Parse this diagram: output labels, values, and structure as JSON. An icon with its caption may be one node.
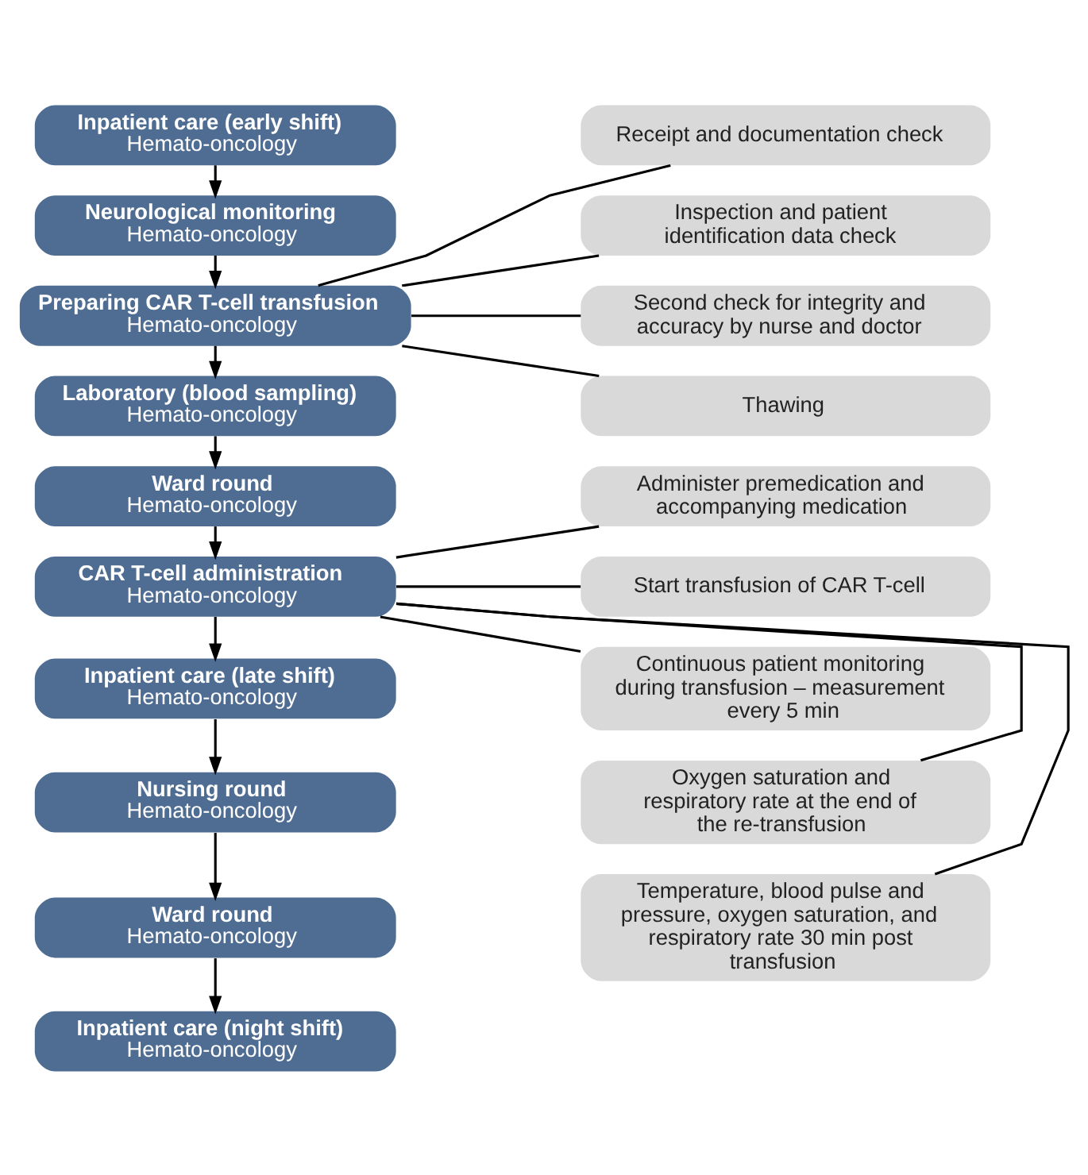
{
  "diagram": {
    "nodes": [
      {
        "text": [
          "Inpatient care (early shift)",
          "Hemato-oncology"
        ]
      },
      {
        "text": [
          "Neurological monitoring",
          "Hemato-oncology"
        ]
      },
      {
        "text": [
          "Preparing CAR T-cell transfusion",
          "Hemato-oncology"
        ]
      },
      {
        "text": [
          "Laboratory (blood sampling)",
          "Hemato-oncology"
        ]
      },
      {
        "text": [
          "Ward round",
          "Hemato-oncology"
        ]
      },
      {
        "text": [
          "CAR T-cell administration",
          "Hemato-oncology"
        ]
      },
      {
        "text": [
          "Inpatient care (late shift)",
          "Hemato-oncology"
        ]
      },
      {
        "text": [
          "Nursing round",
          "Hemato-oncology"
        ]
      },
      {
        "text": [
          "Ward round",
          "Hemato-oncology"
        ]
      },
      {
        "text": [
          "Inpatient care (night shift)",
          "Hemato-oncology"
        ]
      },
      {
        "text": [
          "Receipt and documentation check"
        ]
      },
      {
        "text": [
          "Inspection and patient identification data check"
        ]
      },
      {
        "text": [
          "Second check for integrity and accuracy by nurse and doctor"
        ]
      },
      {
        "text": [
          "Thawing"
        ]
      },
      {
        "text": [
          "Administer premedication and accompanying medication"
        ]
      },
      {
        "text": [
          "Start transfusion of CAR T-cell"
        ]
      },
      {
        "text": [
          "Continuous patient monitoring during transfusion – measurement every 5 min"
        ]
      },
      {
        "text": [
          "Oxygen saturation and respiratory rate at the end of the re-transfusion"
        ]
      },
      {
        "text": [
          "Temperature, blood pulse and pressure, oxygen saturation, and respiratory rate 30 min post transfusion"
        ]
      }
    ],
    "edges": [
      {
        "from": 0,
        "to": 1,
        "arrow": "to"
      },
      {
        "from": 1,
        "to": 2,
        "arrow": "to"
      },
      {
        "from": 2,
        "to": 3,
        "arrow": "to"
      },
      {
        "from": 3,
        "to": 4,
        "arrow": "to"
      },
      {
        "from": 4,
        "to": 5,
        "arrow": "to"
      },
      {
        "from": 5,
        "to": 6,
        "arrow": "to"
      },
      {
        "from": 6,
        "to": 7,
        "arrow": "to"
      },
      {
        "from": 7,
        "to": 8,
        "arrow": "to"
      },
      {
        "from": 8,
        "to": 9,
        "arrow": "to"
      },
      {
        "from": 2,
        "to": 10,
        "arrow": "none"
      },
      {
        "from": 2,
        "to": 11,
        "arrow": "none"
      },
      {
        "from": 2,
        "to": 12,
        "arrow": "none"
      },
      {
        "from": 2,
        "to": 13,
        "arrow": "none"
      },
      {
        "from": 5,
        "to": 14,
        "arrow": "none"
      },
      {
        "from": 5,
        "to": 15,
        "arrow": "none"
      },
      {
        "from": 5,
        "to": 16,
        "arrow": "none"
      },
      {
        "from": 5,
        "to": 17,
        "arrow": "none"
      },
      {
        "from": 5,
        "to": 18,
        "arrow": "none"
      }
    ]
  }
}
